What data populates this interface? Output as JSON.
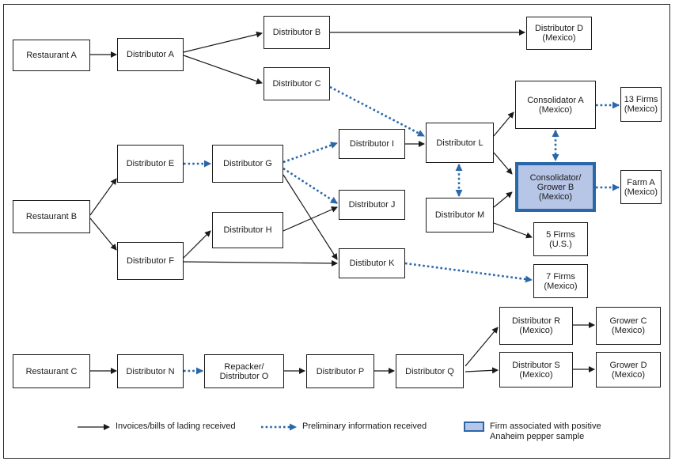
{
  "nodes": {
    "restaurant_a": "Restaurant A",
    "distributor_a": "Distributor A",
    "distributor_b": "Distributor B",
    "distributor_c": "Distributor C",
    "distributor_d": "Distributor D\n(Mexico)",
    "restaurant_b": "Restaurant B",
    "distributor_e": "Distributor E",
    "distributor_f": "Distributor F",
    "distributor_g": "Distributor G",
    "distributor_h": "Distributor H",
    "distributor_i": "Distributor I",
    "distributor_j": "Distributor J",
    "distributor_k": "Distibutor K",
    "distributor_l": "Distributor L",
    "distributor_m": "Distributor M",
    "consolidator_a": "Consolidator A\n(Mexico)",
    "consolidator_grower_b": "Consolidator/\nGrower B\n(Mexico)",
    "firms_13": "13 Firms\n(Mexico)",
    "farm_a": "Farm A\n(Mexico)",
    "firms_5": "5 Firms\n(U.S.)",
    "firms_7": "7 Firms\n(Mexico)",
    "restaurant_c": "Restaurant C",
    "distributor_n": "Distributor N",
    "repacker_o": "Repacker/\nDistributor O",
    "distributor_p": "Distributor P",
    "distributor_q": "Distributor Q",
    "distributor_r": "Distributor R\n(Mexico)",
    "distributor_s": "Distributor S\n(Mexico)",
    "grower_c": "Grower C\n(Mexico)",
    "grower_d": "Grower D\n(Mexico)"
  },
  "legend": {
    "solid": "Invoices/bills of lading received",
    "dotted": "Preliminary information received",
    "highlight": "Firm associated with positive\nAnaheim pepper sample"
  },
  "colors": {
    "solid_arrow": "#1a1a1a",
    "dotted_arrow": "#2a67a9",
    "highlight_fill": "#b7c5e6",
    "highlight_border": "#2a67a9"
  }
}
